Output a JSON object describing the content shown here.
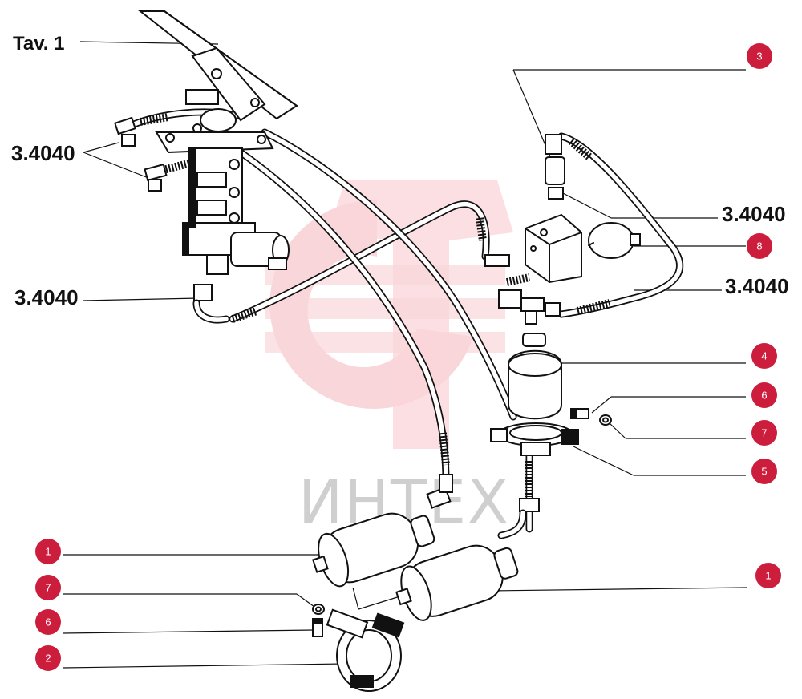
{
  "watermark": {
    "text": "ИНТЕХ",
    "color": "#e8485a"
  },
  "badge_color": "#cc1d3c",
  "table_label": "Tav. 1",
  "part_labels": {
    "left_top": "3.4040",
    "left_mid": "3.4040",
    "right_top": "3.4040",
    "right_mid": "3.4040"
  },
  "callouts": [
    {
      "id": "3",
      "text": "3"
    },
    {
      "id": "8",
      "text": "8"
    },
    {
      "id": "4",
      "text": "4"
    },
    {
      "id": "6r",
      "text": "6"
    },
    {
      "id": "7r",
      "text": "7"
    },
    {
      "id": "5",
      "text": "5"
    },
    {
      "id": "1l",
      "text": "1"
    },
    {
      "id": "1r",
      "text": "1"
    },
    {
      "id": "7l",
      "text": "7"
    },
    {
      "id": "6l",
      "text": "6"
    },
    {
      "id": "2",
      "text": "2"
    }
  ]
}
